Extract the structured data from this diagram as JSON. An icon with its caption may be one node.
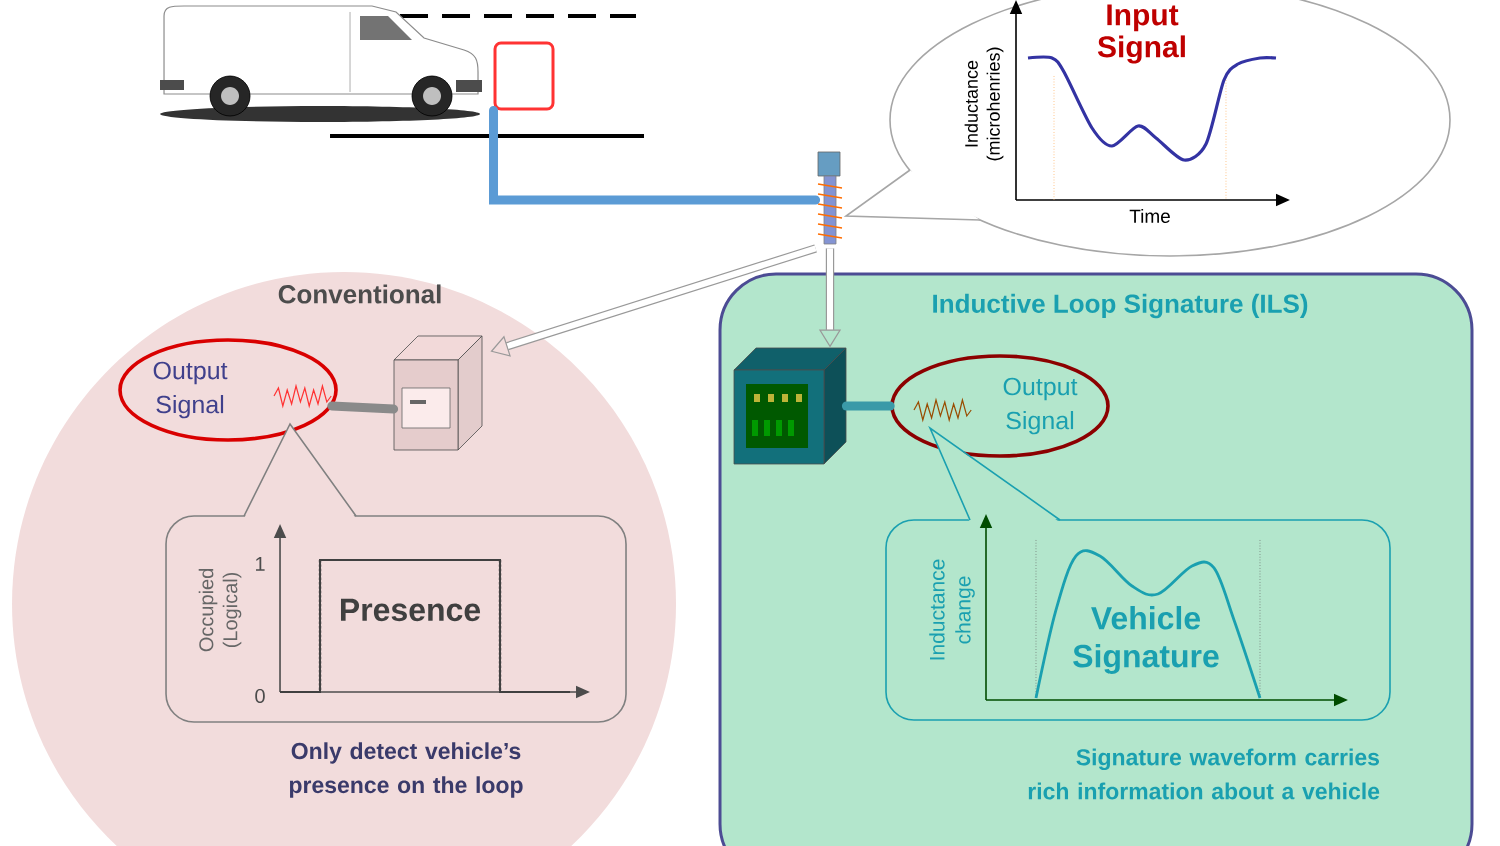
{
  "diagram": {
    "nodes": [
      {
        "text": [
          "Conventional",
          "Only detect vehicle’s presence on the loop"
        ]
      },
      {
        "text": [],
        "shape": "box",
        "in": 0
      },
      {
        "text": [
          "Output Signal"
        ],
        "in": 0
      },
      {
        "text": [
          "Presence"
        ],
        "in": 0
      },
      {
        "text": [
          "Inductive Loop Signature (ILS)",
          "Signature waveform carries rich information about a vehicle"
        ]
      },
      {
        "text": [],
        "shape": "box",
        "in": 4
      },
      {
        "text": [
          "Output Signal"
        ],
        "in": 4
      },
      {
        "text": [
          "Vehicle Signature"
        ],
        "in": 4
      },
      {
        "text": [
          "Input Signal"
        ]
      },
      {
        "text": [],
        "shape": "box"
      },
      {
        "text": [],
        "shape": "box"
      }
    ],
    "edges": [
      {
        "from": 9,
        "to": 10,
        "arrow": "none",
        "color": "#5b9bd5"
      },
      {
        "from": 10,
        "to": 1,
        "arrow": "to"
      },
      {
        "from": 10,
        "to": 5,
        "arrow": "to"
      },
      {
        "from": 1,
        "to": 2,
        "arrow": "none",
        "color": "#8a8a8a"
      },
      {
        "from": 5,
        "to": 6,
        "arrow": "none",
        "color": "#3a9aa8"
      }
    ],
    "labels": [
      "Inductance (microhenries)",
      "Time",
      "Occupied (Logical)",
      "1",
      "0",
      "Inductance change"
    ]
  }
}
